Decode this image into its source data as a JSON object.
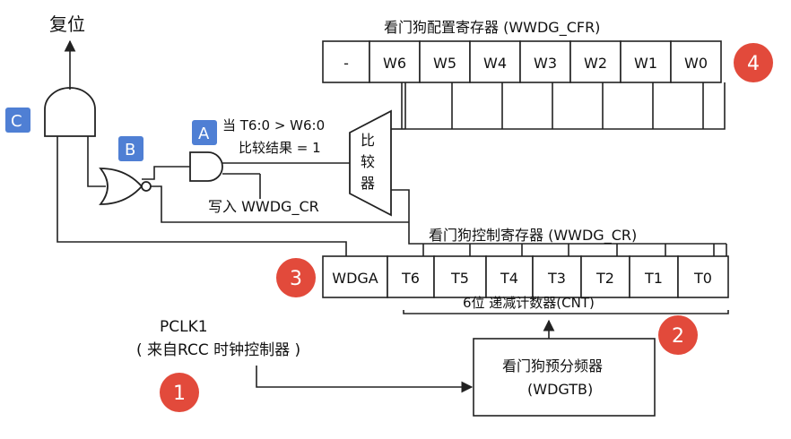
{
  "reset_label": "复位",
  "cfr": {
    "title": "看门狗配置寄存器 (WWDG_CFR)",
    "bits": [
      "-",
      "W6",
      "W5",
      "W4",
      "W3",
      "W2",
      "W1",
      "W0"
    ]
  },
  "cr": {
    "title": "看门狗控制寄存器 (WWDG_CR)",
    "bits": [
      "WDGA",
      "T6",
      "T5",
      "T4",
      "T3",
      "T2",
      "T1",
      "T0"
    ],
    "counter_label": "6位 递减计数器(CNT)"
  },
  "comparator": {
    "chars": [
      "比",
      "较",
      "器"
    ],
    "condition": "当 T6:0 > W6:0",
    "result": "比较结果 = 1"
  },
  "write_label": "写入 WWDG_CR",
  "clock": {
    "name": "PCLK1",
    "source": "( 来自RCC 时钟控制器 )"
  },
  "prescaler": {
    "name": "看门狗预分频器",
    "code": "(WDGTB)"
  },
  "gate_labels": {
    "a": "A",
    "b": "B",
    "c": "C"
  },
  "badges": [
    "1",
    "2",
    "3",
    "4"
  ],
  "colors": {
    "badge": "#e24a3b",
    "gate_label": "#4f7fd4",
    "line": "#222222"
  }
}
